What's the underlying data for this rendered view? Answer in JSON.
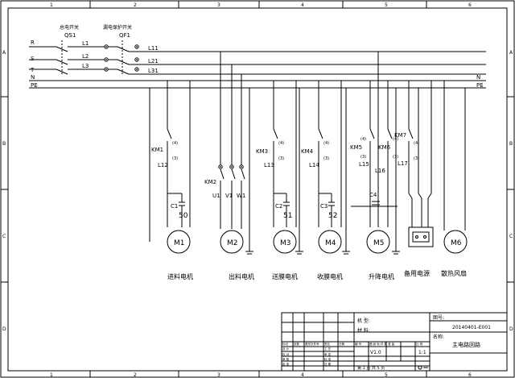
{
  "frame": {
    "col_numbers": [
      "1",
      "2",
      "3",
      "4",
      "5",
      "6"
    ],
    "row_letters": [
      "A",
      "B",
      "C",
      "D"
    ]
  },
  "main_switch": {
    "label": "总电开关",
    "tag": "QS1"
  },
  "protect_switch": {
    "label": "漏电保护开关",
    "tag": "QF1"
  },
  "buses": {
    "R": "R",
    "S": "S",
    "T": "T",
    "N": "N",
    "PE": "PE"
  },
  "bus_labels_left": {
    "L1": "L1",
    "L2": "L2",
    "L3": "L3"
  },
  "bus_labels_right": {
    "L11": "L11",
    "L21": "L21",
    "L31": "L31"
  },
  "branches": {
    "b1": {
      "contactor": "KM1",
      "pin_top": "(4)",
      "pin_bot": "(3)",
      "line": "L12",
      "cap": "C1",
      "capval": "50",
      "motor": "M1",
      "name": "进料电机"
    },
    "b2": {
      "contactor": "KM2",
      "u": "U1",
      "v": "V1",
      "w": "W1",
      "motor": "M2",
      "name": "出料电机"
    },
    "b3": {
      "contactor": "KM3",
      "pin_top": "(4)",
      "pin_bot": "(3)",
      "line": "L13",
      "cap": "C2",
      "capval": "51",
      "motor": "M3",
      "name": "送膜电机"
    },
    "b4": {
      "contactor": "KM4",
      "pin_top": "(4)",
      "pin_bot": "(3)",
      "line": "L14",
      "cap": "C3",
      "capval": "52",
      "motor": "M4",
      "name": "收膜电机"
    },
    "b5": {
      "contactor_a": "KM5",
      "contactor_b": "KM6",
      "pin_top_a": "(4)",
      "pin_bot_a": "(3)",
      "pin_top_b": "(4)",
      "pin_bot_b": "(3)",
      "line_a": "L15",
      "line_b": "L16",
      "cap": "C4",
      "motor": "M5",
      "name": "升降电机"
    },
    "b6": {
      "contactor": "KM7",
      "pin_top": "(4)",
      "pin_bot": "(3)",
      "line": "L17",
      "name": "备用电源"
    },
    "b7": {
      "motor": "M6",
      "name": "散热风扇"
    }
  },
  "title_block": {
    "jixing_label": "机 型:",
    "cailiao_label": "材 料:",
    "tuhao_label": "图号:",
    "tuhao_value": "20140401-E001",
    "mingcheng_label": "名称:",
    "mingcheng_value": "主电路回路",
    "revision_headers": [
      "标记",
      "处数",
      "更改文件号",
      "签名",
      "日期"
    ],
    "sign_rows": [
      "设 计",
      "校 对",
      "审 核",
      "批 准"
    ],
    "sign_rows_right": [
      "工 艺",
      "审 查",
      "标 准",
      "日 期"
    ],
    "meta_headers": [
      "编 号",
      "图 纸 标 件 数 重 量",
      "比 例"
    ],
    "version": "V1.0",
    "scale": "1:1",
    "sheet_text": "第 1 页 共 5 页"
  }
}
